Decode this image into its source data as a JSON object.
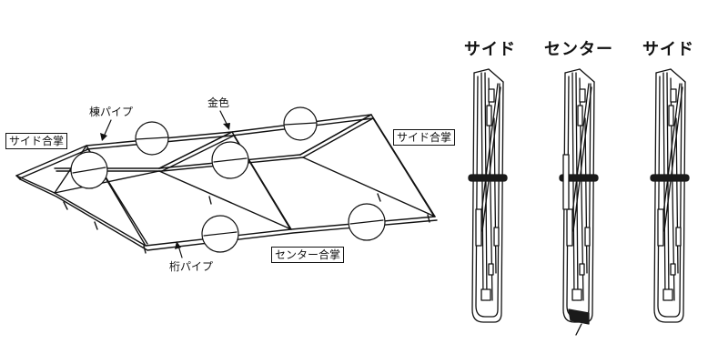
{
  "frame_labels": {
    "side_gassho_left": "サイド合掌",
    "side_gassho_right": "サイド合掌",
    "ridge_pipe": "棟パイプ",
    "gold": "金色",
    "girder_pipe": "桁パイプ",
    "center_gassho": "センター合掌"
  },
  "folded_headers": {
    "side_left": "サイド",
    "center": "センター",
    "side_right": "サイド"
  },
  "colors": {
    "line": "#111111",
    "band": "#1a1a1a",
    "background": "#ffffff"
  }
}
